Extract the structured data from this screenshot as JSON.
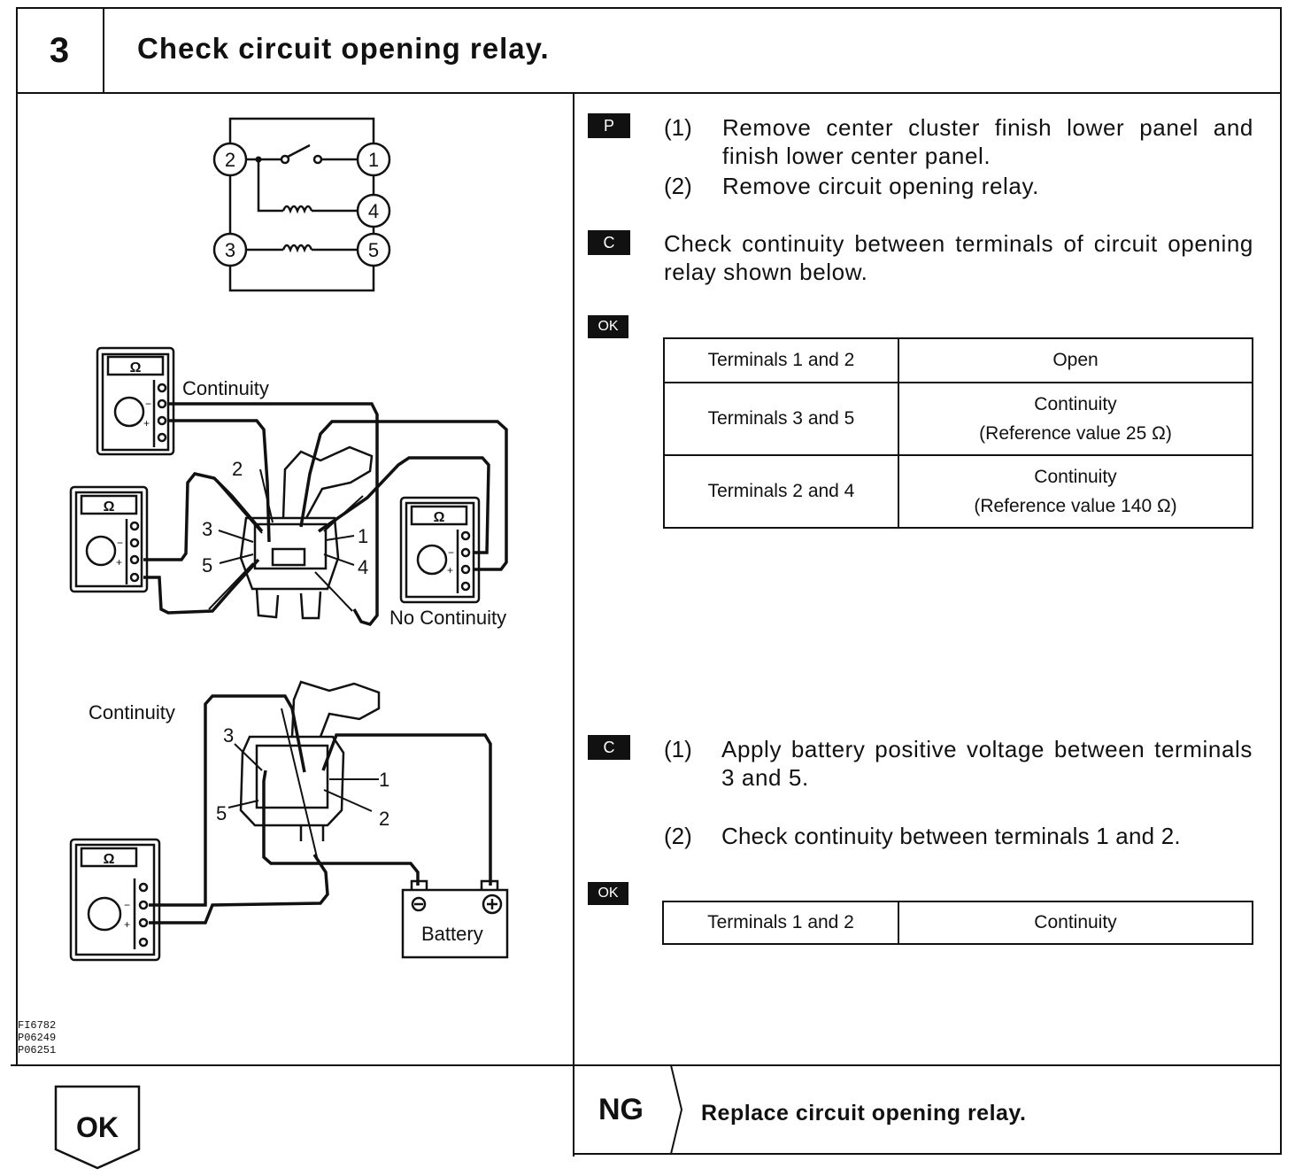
{
  "header": {
    "step_number": "3",
    "title": "Check circuit opening relay."
  },
  "tags": {
    "prepare": "P",
    "check": "C",
    "ok": "OK"
  },
  "prepare": {
    "items": [
      {
        "num": "(1)",
        "text": "Remove center cluster finish lower panel and finish lower center panel."
      },
      {
        "num": "(2)",
        "text": "Remove circuit opening relay."
      }
    ]
  },
  "check1": {
    "text": "Check continuity between terminals of circuit opening relay shown below."
  },
  "table1": {
    "rows": [
      {
        "terminals": "Terminals 1 and 2",
        "result": "Open",
        "note": ""
      },
      {
        "terminals": "Terminals 3 and 5",
        "result": "Continuity",
        "note": "(Reference value 25 Ω)"
      },
      {
        "terminals": "Terminals 2 and 4",
        "result": "Continuity",
        "note": "(Reference value 140 Ω)"
      }
    ]
  },
  "check2": {
    "items": [
      {
        "num": "(1)",
        "text": "Apply battery positive voltage between terminals 3 and 5."
      },
      {
        "num": "(2)",
        "text": "Check continuity between terminals 1 and 2."
      }
    ]
  },
  "table2": {
    "rows": [
      {
        "terminals": "Terminals 1 and 2",
        "result": "Continuity"
      }
    ]
  },
  "diagram": {
    "terminals": [
      "1",
      "2",
      "3",
      "4",
      "5"
    ],
    "labels": {
      "continuity": "Continuity",
      "no_continuity": "No Continuity",
      "battery": "Battery",
      "ohm": "Ω",
      "minus": "−",
      "plus": "+"
    },
    "figure_codes": [
      "FI6782",
      "P06249",
      "P06251"
    ]
  },
  "footer": {
    "ok": "OK",
    "ng": "NG",
    "ng_action": "Replace circuit opening relay."
  }
}
